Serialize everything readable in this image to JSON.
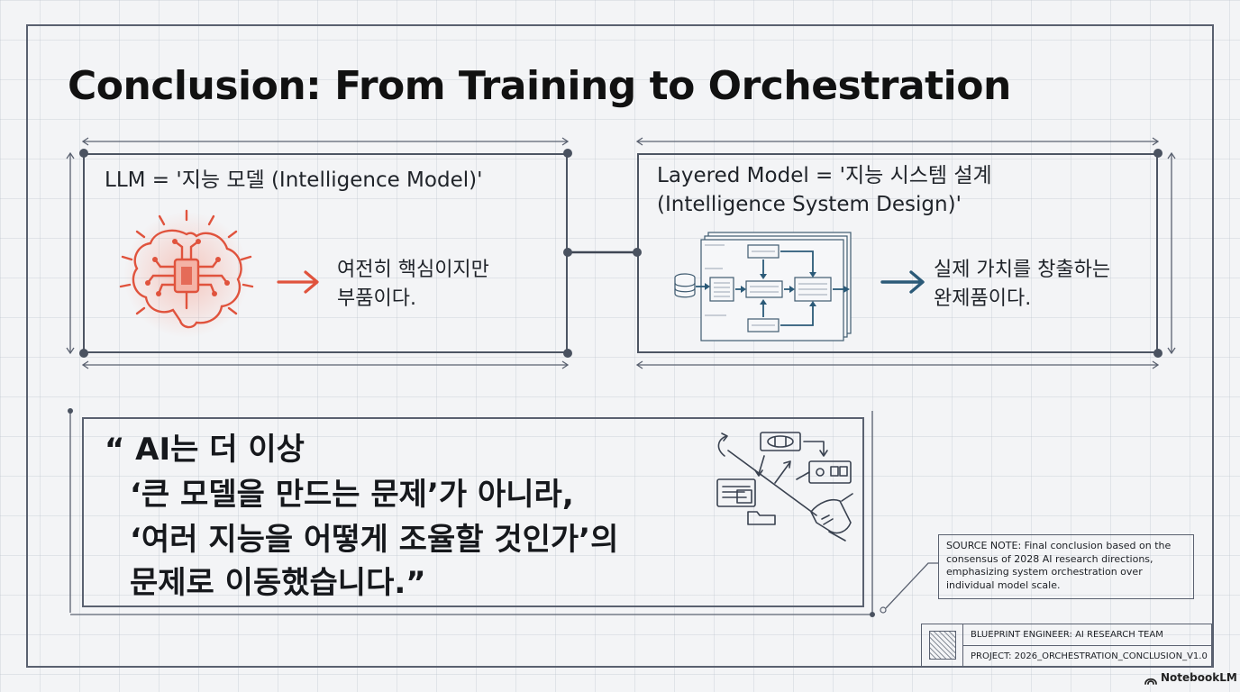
{
  "slide": {
    "title": "Conclusion: From Training to Orchestration"
  },
  "left_panel": {
    "title": "LLM = '지능 모델 (Intelligence Model)'",
    "text_line1": "여전히 핵심이지만",
    "text_line2": "부품이다.",
    "icon": "brain-chip-icon",
    "accent_color": "#e0533d"
  },
  "right_panel": {
    "title_line1": "Layered Model = '지능 시스템 설계",
    "title_line2": "(Intelligence System Design)'",
    "text_line1": "실제 가치를 창출하는",
    "text_line2": "완제품이다.",
    "icon": "system-architecture-diagram-icon",
    "accent_color": "#2b5a78"
  },
  "quote": {
    "line1": "“ AI는 더 이상",
    "line2": "‘큰 모델을 만드는 문제’가 아니라,",
    "line3": "‘여러 지능을 어떻게 조율할 것인가’의",
    "line4": "문제로 이동했습니다.”",
    "icon": "conductor-baton-icon"
  },
  "source_note": {
    "text": "SOURCE NOTE: Final conclusion based on the consensus of 2028 AI research directions, emphasizing system orchestration over individual model scale."
  },
  "title_block": {
    "engineer": "BLUEPRINT ENGINEER: AI RESEARCH TEAM",
    "project": "PROJECT: 2026_ORCHESTRATION_CONCLUSION_V1.0"
  },
  "branding": {
    "label": "NotebookLM",
    "icon": "notebooklm-logo-icon"
  },
  "colors": {
    "frame": "#5a6170",
    "brain": "#e0533d",
    "arrow_right": "#2b5a78"
  }
}
